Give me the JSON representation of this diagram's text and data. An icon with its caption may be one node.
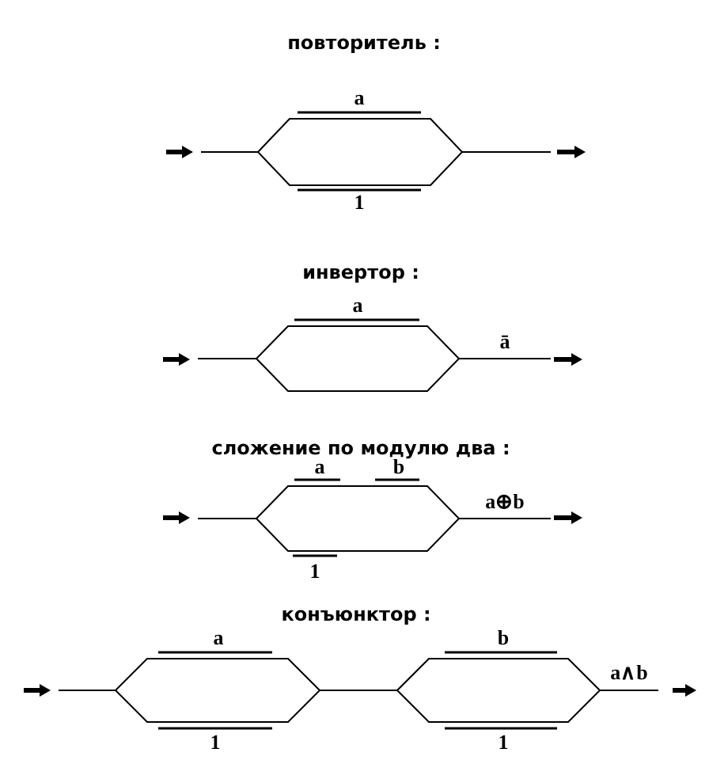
{
  "diagram": {
    "nodes": [
      {
        "text": [],
        "shape": "hexagon"
      },
      {
        "text": [],
        "shape": "hexagon"
      },
      {
        "text": [],
        "shape": "hexagon"
      },
      {
        "text": [],
        "shape": "hexagon"
      },
      {
        "text": [],
        "shape": "hexagon"
      }
    ],
    "edges": [
      {
        "from": null,
        "to": 0,
        "arrow": "none"
      },
      {
        "from": 0,
        "to": null,
        "arrow": "none"
      },
      {
        "from": null,
        "to": 1,
        "arrow": "none"
      },
      {
        "from": 1,
        "to": null,
        "arrow": "none",
        "label": "ā"
      },
      {
        "from": null,
        "to": 2,
        "arrow": "none"
      },
      {
        "from": 2,
        "to": null,
        "arrow": "none",
        "label": "a⊕b"
      },
      {
        "from": null,
        "to": 3,
        "arrow": "none"
      },
      {
        "from": 3,
        "to": 4,
        "arrow": "none"
      },
      {
        "from": 4,
        "to": null,
        "arrow": "none",
        "label": "a∧b"
      }
    ],
    "labels": [
      "повторитель :",
      "a",
      "1",
      "инвертор :",
      "a",
      "сложение по модулю два :",
      "a",
      "b",
      "1",
      "конъюнктор :",
      "a",
      "b",
      "1",
      "1"
    ]
  }
}
